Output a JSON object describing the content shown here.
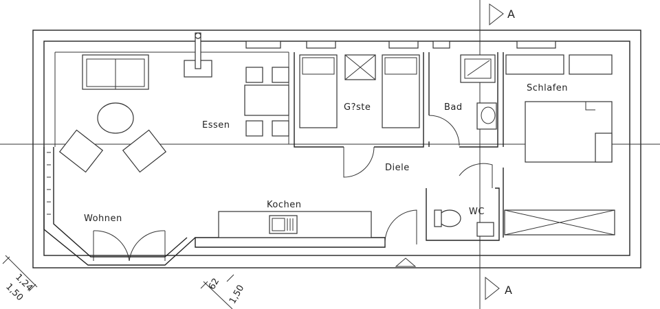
{
  "rooms": {
    "essen": "Essen",
    "gaeste": "G?ste",
    "bad": "Bad",
    "schlafen": "Schlafen",
    "diele": "Diele",
    "kochen": "Kochen",
    "wohnen": "Wohnen",
    "wc": "WC"
  },
  "section_marks": {
    "top": "A",
    "bottom": "A"
  },
  "dimensions": {
    "left_a": "1,24",
    "left_b": "1,50",
    "mid_a": "62",
    "mid_b": "1,50"
  }
}
